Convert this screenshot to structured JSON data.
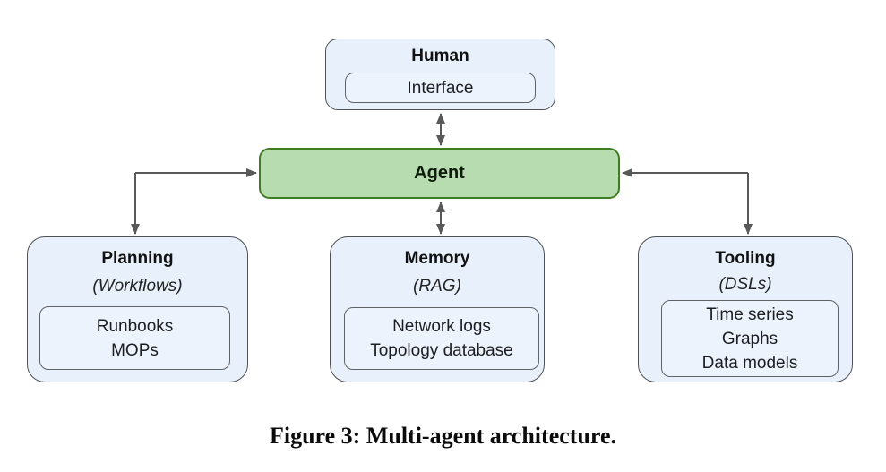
{
  "figure": {
    "caption": "Figure 3: Multi-agent architecture."
  },
  "diagram": {
    "nodes": {
      "human": {
        "title": "Human",
        "items": [
          "Interface"
        ]
      },
      "agent": {
        "title": "Agent"
      },
      "planning": {
        "title": "Planning",
        "subtitle": "(Workflows)",
        "items": [
          "Runbooks",
          "MOPs"
        ]
      },
      "memory": {
        "title": "Memory",
        "subtitle": "(RAG)",
        "items": [
          "Network logs",
          "Topology database"
        ]
      },
      "tooling": {
        "title": "Tooling",
        "subtitle": "(DSLs)",
        "items": [
          "Time series",
          "Graphs",
          "Data models"
        ]
      }
    },
    "edges": [
      {
        "from": "human",
        "to": "agent",
        "style": "bidirectional-vertical"
      },
      {
        "from": "agent",
        "to": "memory",
        "style": "bidirectional-vertical"
      },
      {
        "from": "planning",
        "to": "agent",
        "style": "elbow-double-arrow"
      },
      {
        "from": "tooling",
        "to": "agent",
        "style": "elbow-double-arrow"
      }
    ],
    "colors": {
      "node_fill": "#e8f1fb",
      "node_border": "#4d5156",
      "agent_fill": "#b7dcb0",
      "agent_border": "#3e7c20",
      "arrow": "#595959",
      "text": "#141414"
    }
  }
}
